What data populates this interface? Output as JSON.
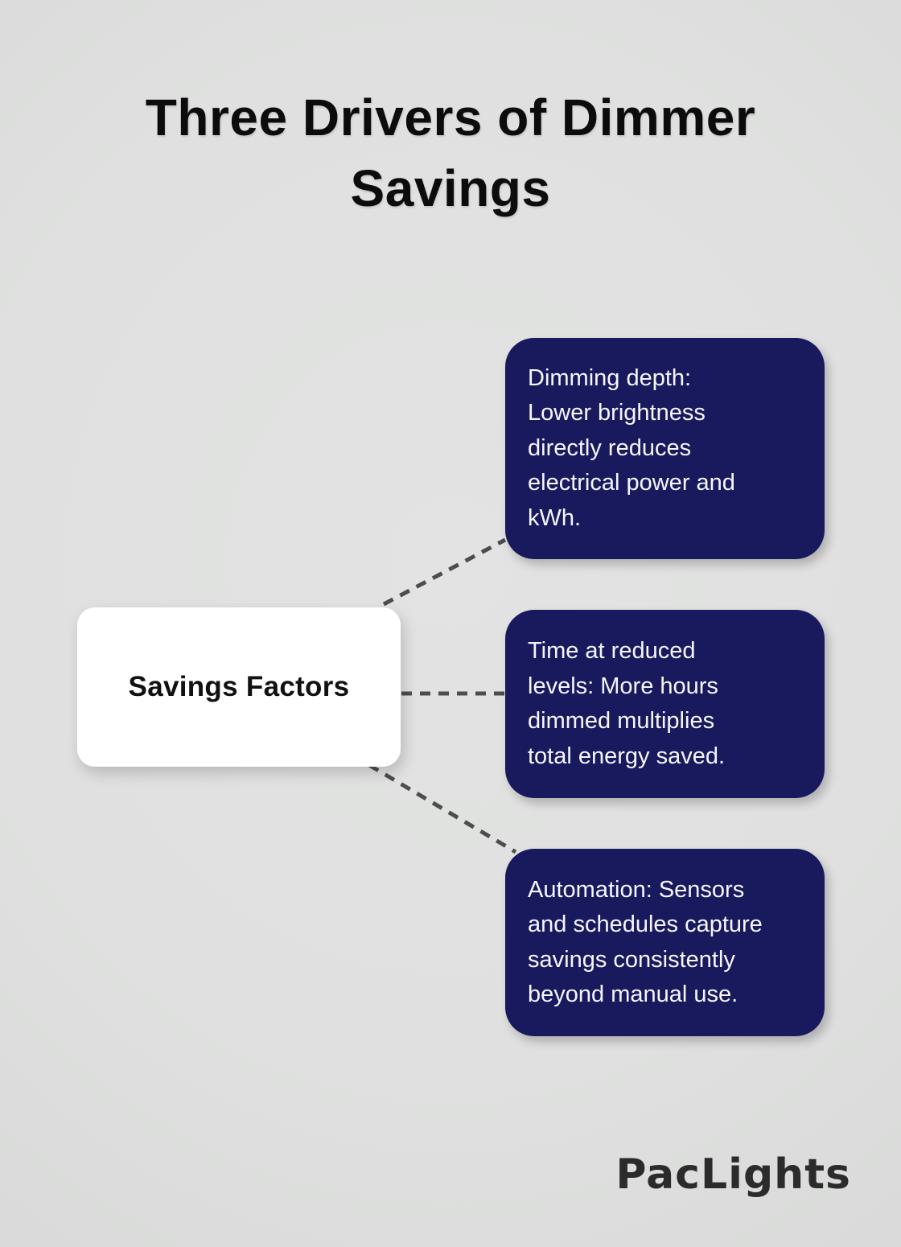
{
  "title": "Three Drivers of Dimmer\nSavings",
  "center_node": {
    "label": "Savings Factors"
  },
  "branches": [
    {
      "text": "Dimming depth:\nLower brightness\ndirectly reduces\nelectrical power and\nkWh."
    },
    {
      "text": "Time at reduced\nlevels: More hours\ndimmed multiplies\ntotal energy saved."
    },
    {
      "text": "Automation: Sensors\nand schedules capture\nsavings consistently\nbeyond manual use."
    }
  ],
  "logo_text": "PacLights",
  "colors": {
    "background": "#e0e1e0",
    "branch_background": "#191a5e",
    "branch_text": "#f6f6fb",
    "center_background": "#ffffff",
    "center_text": "#111111",
    "connector": "#4d4d4d",
    "title_text": "#0c0c0c",
    "logo_text": "#2b2b2b"
  }
}
